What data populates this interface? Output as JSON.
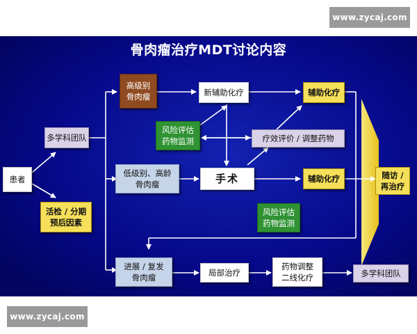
{
  "watermark": {
    "top": "www.zycaj.com",
    "bottom": "www.zycaj.com"
  },
  "title": "骨肉瘤治疗MDT讨论内容",
  "boxes": {
    "patient": "患者",
    "mdt_team": "多学科团队",
    "biopsy": "活检 / 分期\n预后因素",
    "high_grade": "高级别\n骨肉瘤",
    "low_grade": "低级别、高龄\n骨肉瘤",
    "progression": "进展 / 复发\n骨肉瘤",
    "neoadjuvant": "新辅助化疗",
    "risk_eval_1": "风险评估\n药物监测",
    "surgery": "手术",
    "efficacy": "疗效评价 / 调整药物",
    "adjuvant_1": "辅助化疗",
    "adjuvant_2": "辅助化疗",
    "risk_eval_2": "风险评估\n药物监测",
    "local_treatment": "局部治疗",
    "drug_adjust": "药物调整\n二线化疗",
    "mdt_team_2": "多学科团队",
    "follow_up": "随访 /\n再治疗"
  },
  "colors": {
    "background": "#04067a",
    "arrow": "#ffffff",
    "yellow": "#f6e05a",
    "green": "#2f9233",
    "brown": "#904a20"
  }
}
